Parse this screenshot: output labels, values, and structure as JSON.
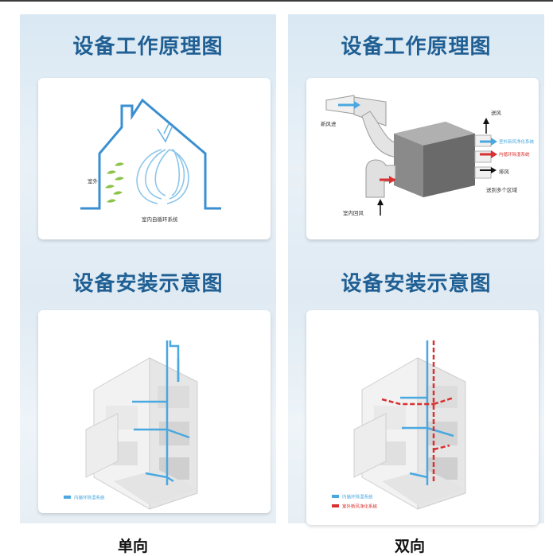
{
  "left": {
    "principle_title": "设备工作原理图",
    "install_title": "设备安装示意图",
    "labels": {
      "outdoor": "室外",
      "indoor_system": "室内自循环系统"
    },
    "legend": [
      "内循环除湿系统"
    ],
    "caption": "单向"
  },
  "right": {
    "principle_title": "设备工作原理图",
    "install_title": "设备安装示意图",
    "labels": {
      "fresh_air_in": "新风进",
      "supply_air": "送风",
      "exhaust_air": "排风",
      "indoor_return": "室内回风",
      "to_zones": "送到多个区域",
      "arrow_legend_blue": "室外新风净化系统",
      "arrow_legend_red": "内循环除湿系统"
    },
    "legend": [
      "内循环除湿系统",
      "室外新风净化系统"
    ],
    "caption": "双向"
  },
  "colors": {
    "title": "#1f5f93",
    "house_line": "#3a8fd0",
    "blue_pipe": "#4aa8e0",
    "red_pipe": "#d93030"
  }
}
